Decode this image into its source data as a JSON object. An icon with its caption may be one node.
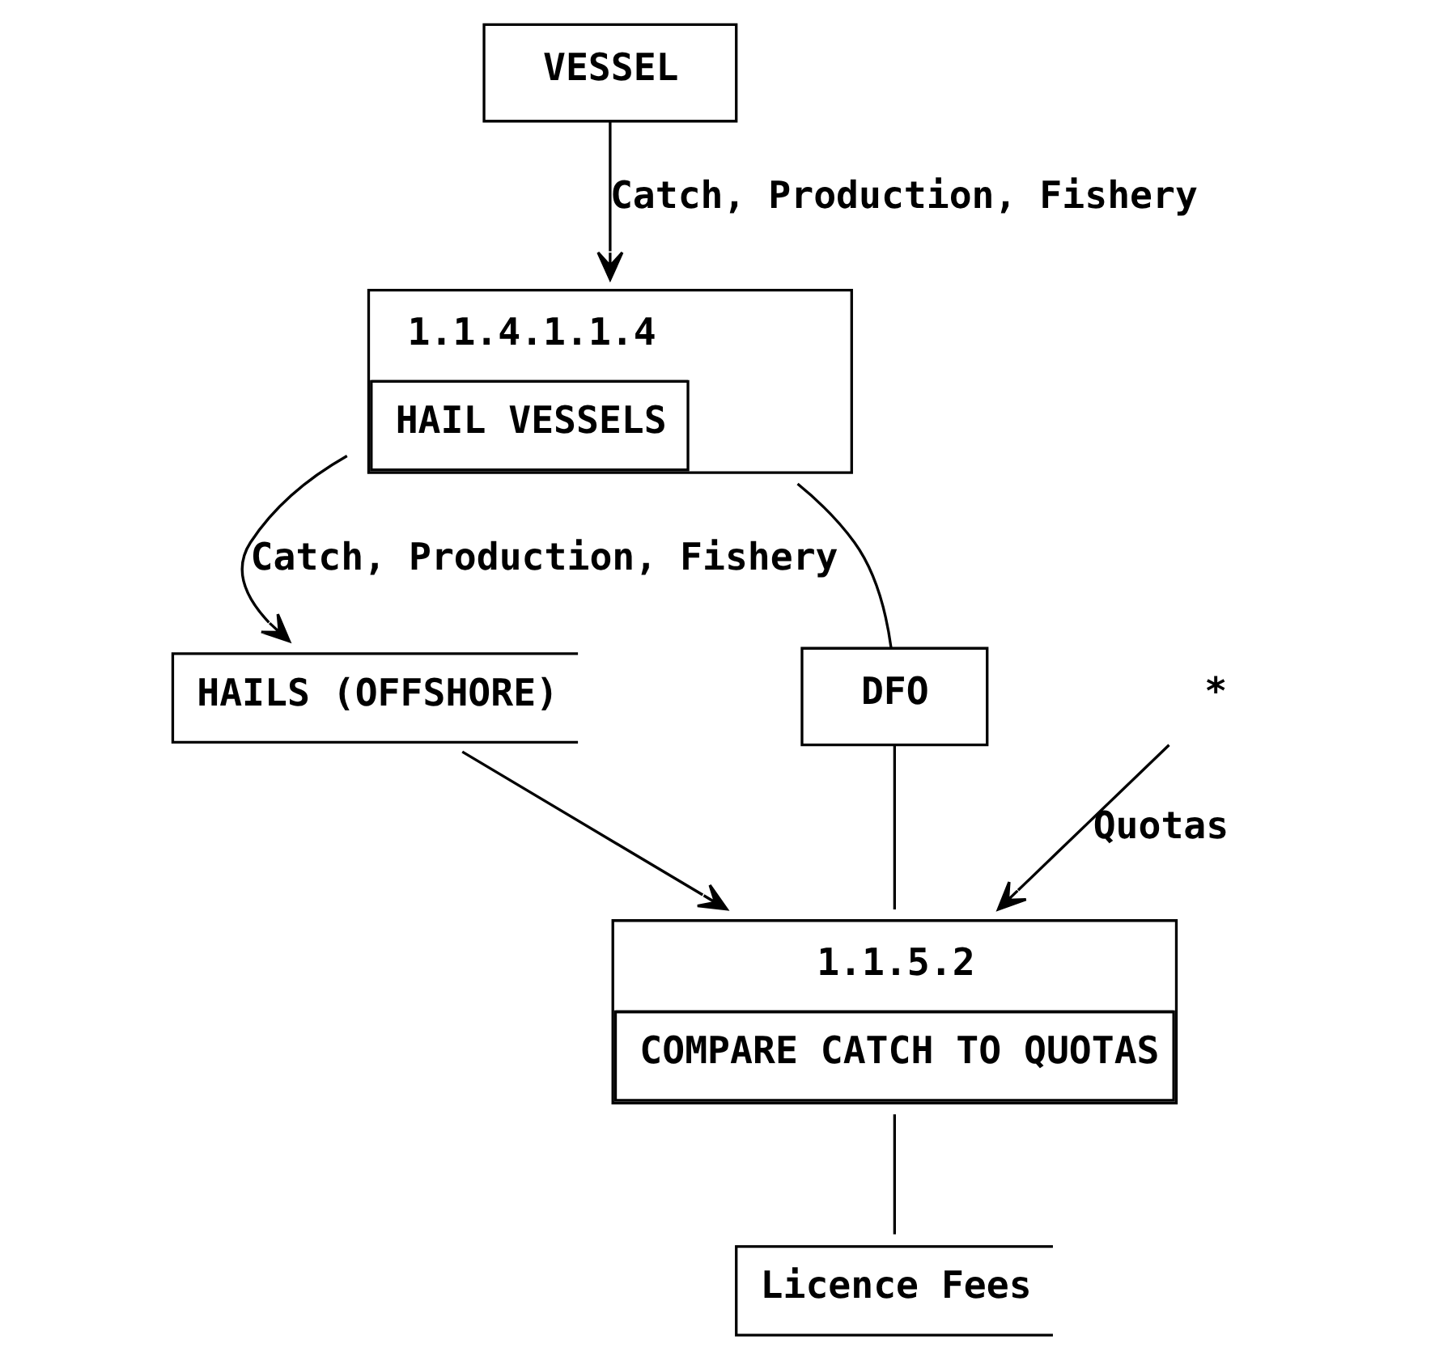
{
  "diagram": {
    "nodes": [
      {
        "text": [
          "VESSEL"
        ]
      },
      {
        "text": [
          "1.1.4.1.1.4",
          "HAIL VESSELS"
        ]
      },
      {
        "text": [
          "HAILS (OFFSHORE)"
        ]
      },
      {
        "text": [
          "DFO"
        ]
      },
      {
        "text": [
          "1.1.5.2",
          "COMPARE CATCH TO QUOTAS"
        ]
      },
      {
        "text": [
          "*"
        ]
      },
      {
        "text": [
          "Licence Fees"
        ]
      }
    ],
    "edges": [
      {
        "from": 0,
        "to": 1,
        "arrow": "to",
        "label": "Catch, Production, Fishery"
      },
      {
        "from": 1,
        "to": 2,
        "arrow": "to",
        "label": "Catch, Production, Fishery"
      },
      {
        "from": 1,
        "to": 3,
        "arrow": "none"
      },
      {
        "from": 2,
        "to": 4,
        "arrow": "to"
      },
      {
        "from": 3,
        "to": 4,
        "arrow": "none"
      },
      {
        "from": 5,
        "to": 4,
        "arrow": "to",
        "label": "Quotas"
      },
      {
        "from": 4,
        "to": 6,
        "arrow": "none"
      }
    ]
  }
}
